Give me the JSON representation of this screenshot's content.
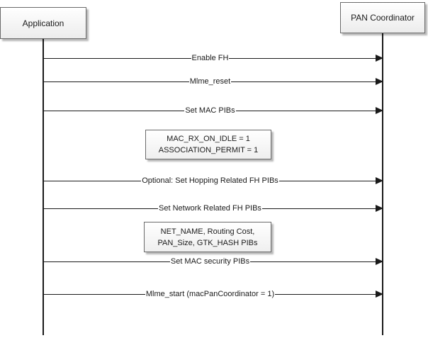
{
  "actors": {
    "application": "Application",
    "pan_coordinator": "PAN Coordinator"
  },
  "messages": [
    {
      "label": "Enable FH"
    },
    {
      "label": "Mlme_reset"
    },
    {
      "label": "Set MAC PIBs"
    },
    {
      "label": "Optional: Set Hopping Related FH PIBs"
    },
    {
      "label": "Set Network Related FH PIBs"
    },
    {
      "label": "Set MAC security  PIBs"
    },
    {
      "label": "Mlme_start (macPanCoordinator = 1)"
    }
  ],
  "notes": [
    {
      "lines": [
        "MAC_RX_ON_IDLE = 1",
        "ASSOCIATION_PERMIT = 1"
      ]
    },
    {
      "lines": [
        "NET_NAME, Routing Cost,",
        "PAN_Size, GTK_HASH PIBs"
      ]
    }
  ]
}
